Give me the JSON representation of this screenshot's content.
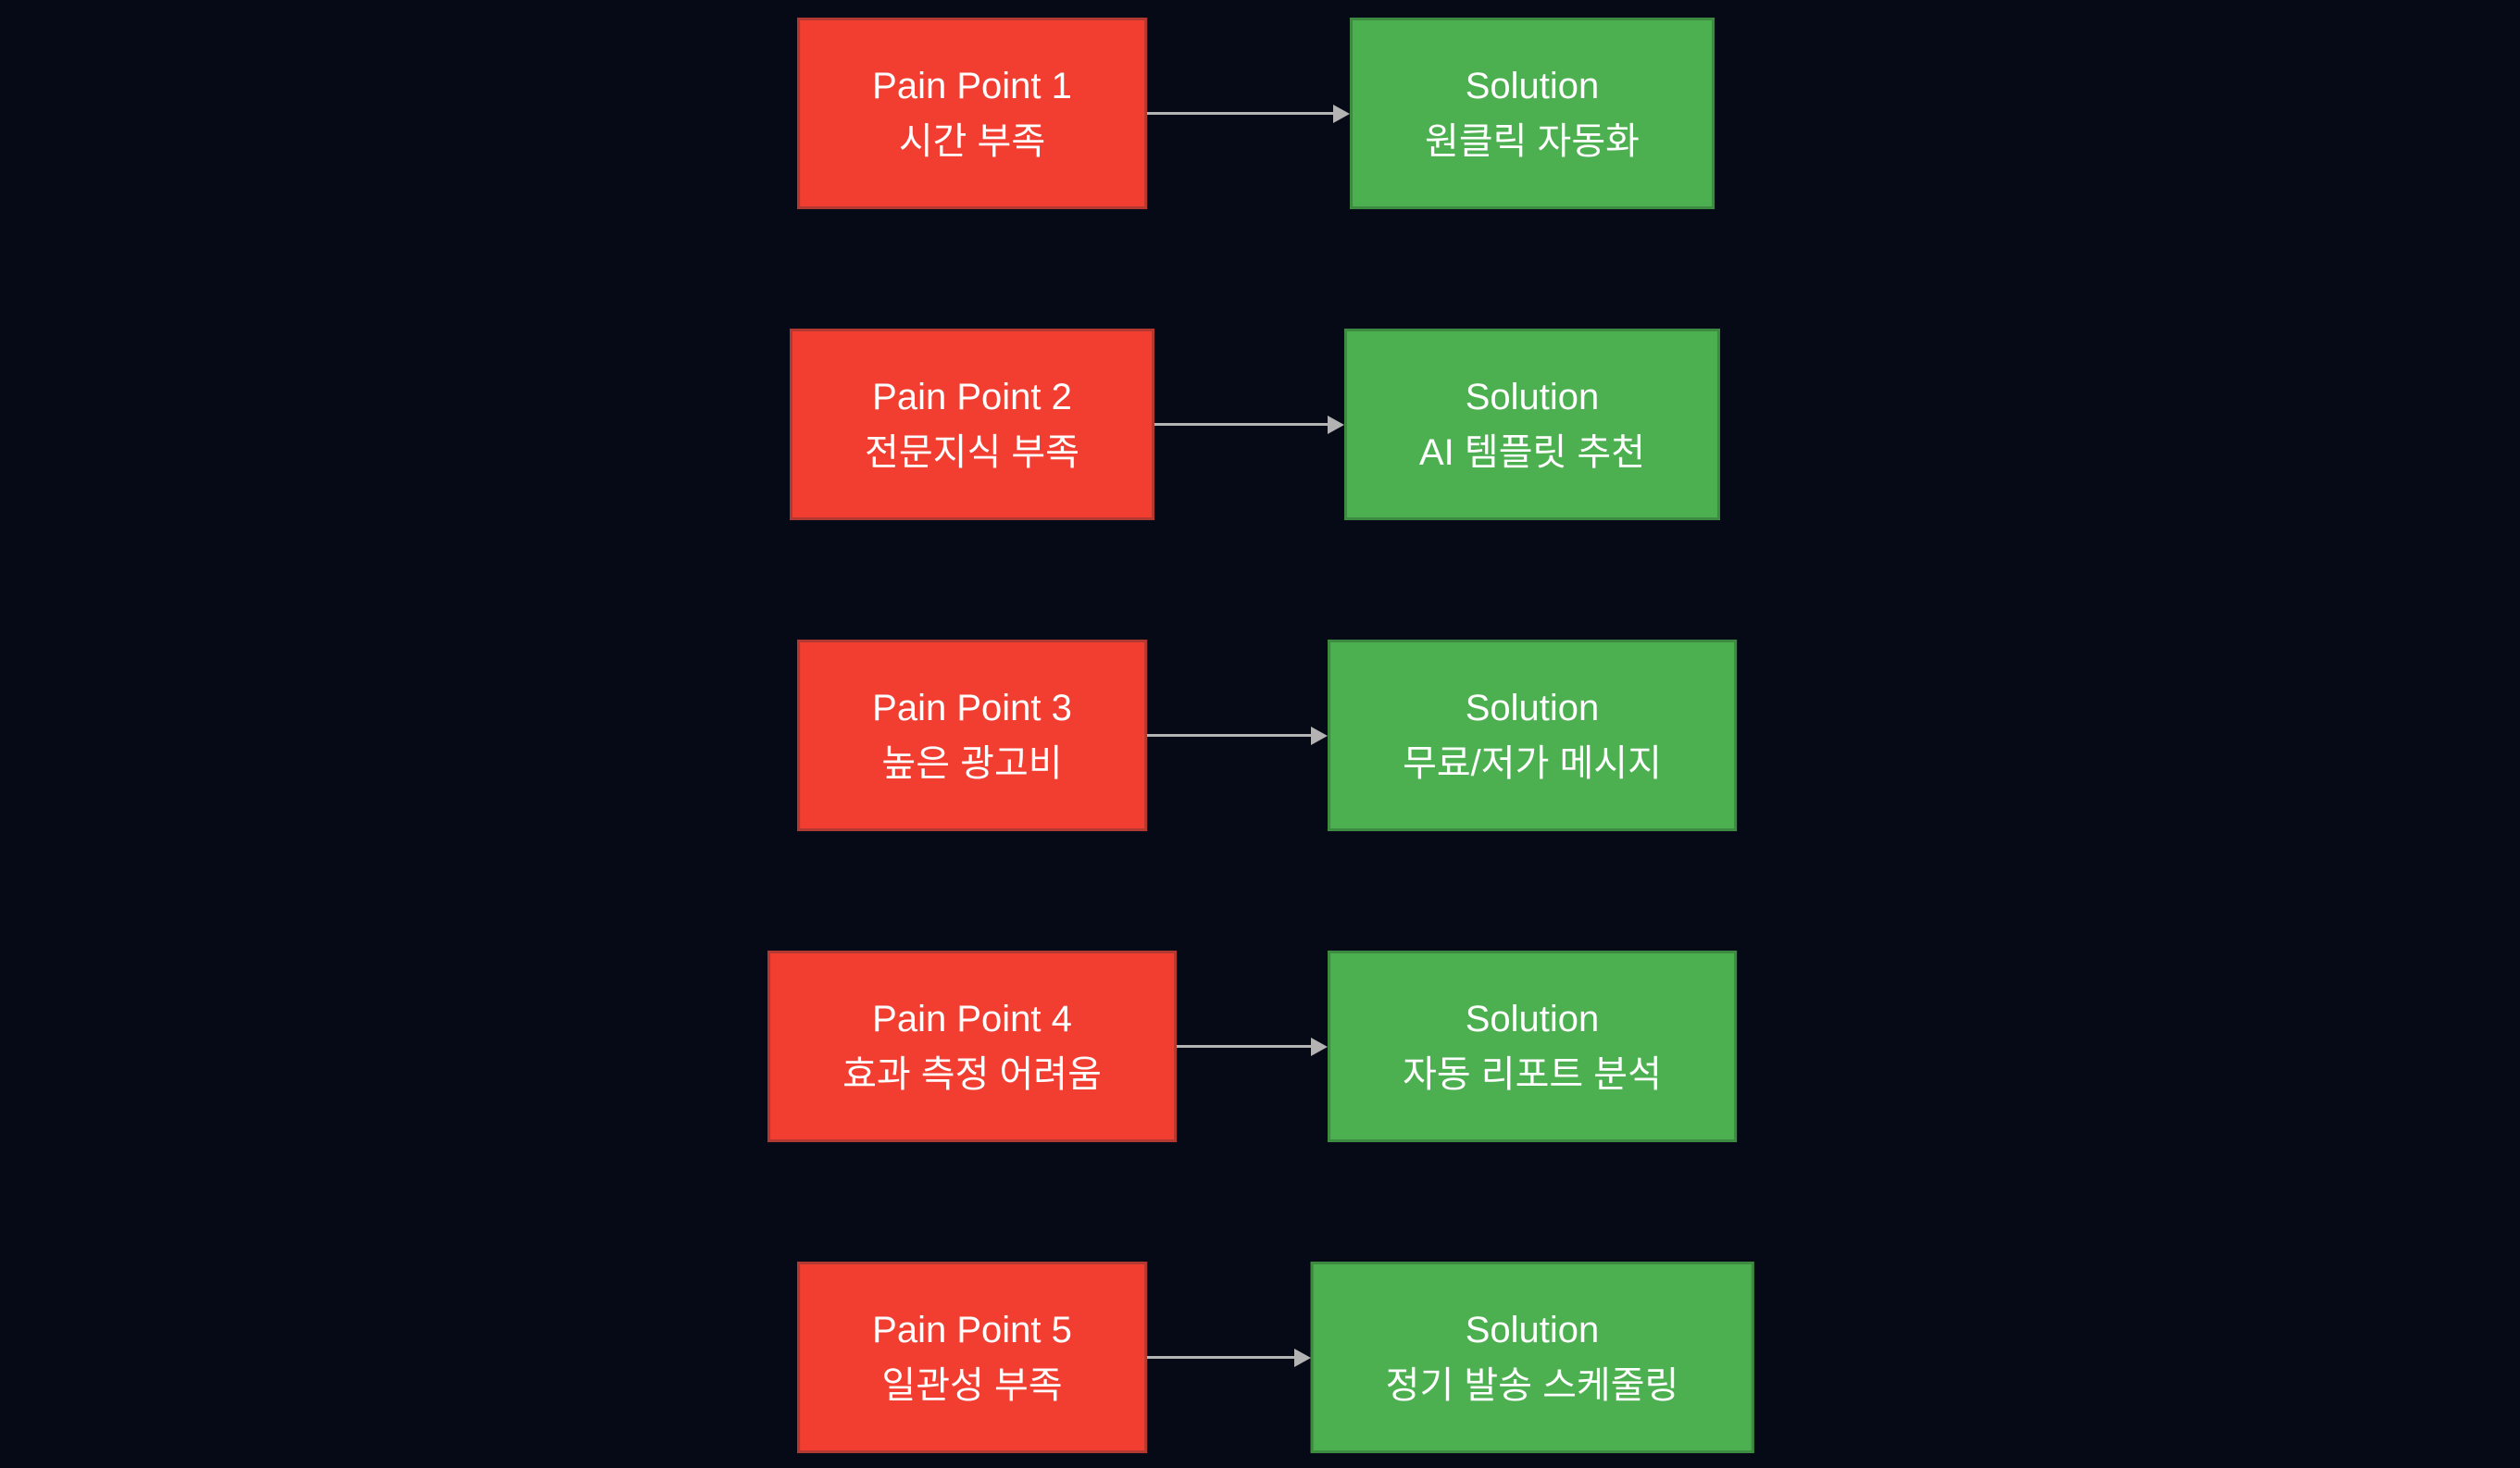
{
  "colors": {
    "canvas_bg": "#050a16",
    "pain_fill": "#f23d31",
    "pain_border": "#b23931",
    "solution_fill": "#4caf50",
    "solution_border": "#3d8b40",
    "arrow": "#b3b3b3",
    "text": "#ffffff"
  },
  "rows": [
    {
      "pain": {
        "title": "Pain Point 1",
        "subtitle": "시간 부족"
      },
      "solution": {
        "title": "Solution",
        "subtitle": "원클릭 자동화"
      }
    },
    {
      "pain": {
        "title": "Pain Point 2",
        "subtitle": "전문지식 부족"
      },
      "solution": {
        "title": "Solution",
        "subtitle": "AI 템플릿 추천"
      }
    },
    {
      "pain": {
        "title": "Pain Point 3",
        "subtitle": "높은 광고비"
      },
      "solution": {
        "title": "Solution",
        "subtitle": "무료/저가 메시지"
      }
    },
    {
      "pain": {
        "title": "Pain Point 4",
        "subtitle": "효과 측정 어려움"
      },
      "solution": {
        "title": "Solution",
        "subtitle": "자동 리포트 분석"
      }
    },
    {
      "pain": {
        "title": "Pain Point 5",
        "subtitle": "일관성 부족"
      },
      "solution": {
        "title": "Solution",
        "subtitle": "정기 발송 스케줄링"
      }
    }
  ]
}
